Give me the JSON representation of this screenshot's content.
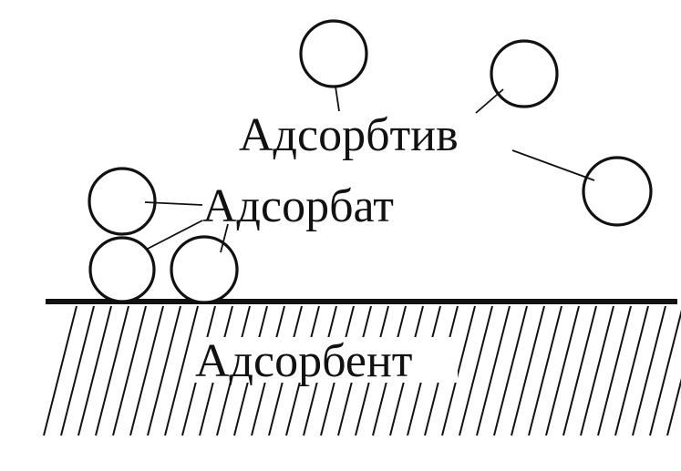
{
  "labels": {
    "adsorptive": "Адсорбтив",
    "adsorbate": "Адсорбат",
    "adsorbent": "Адсорбент"
  },
  "colors": {
    "ink": "#111111",
    "background": "#ffffff"
  }
}
